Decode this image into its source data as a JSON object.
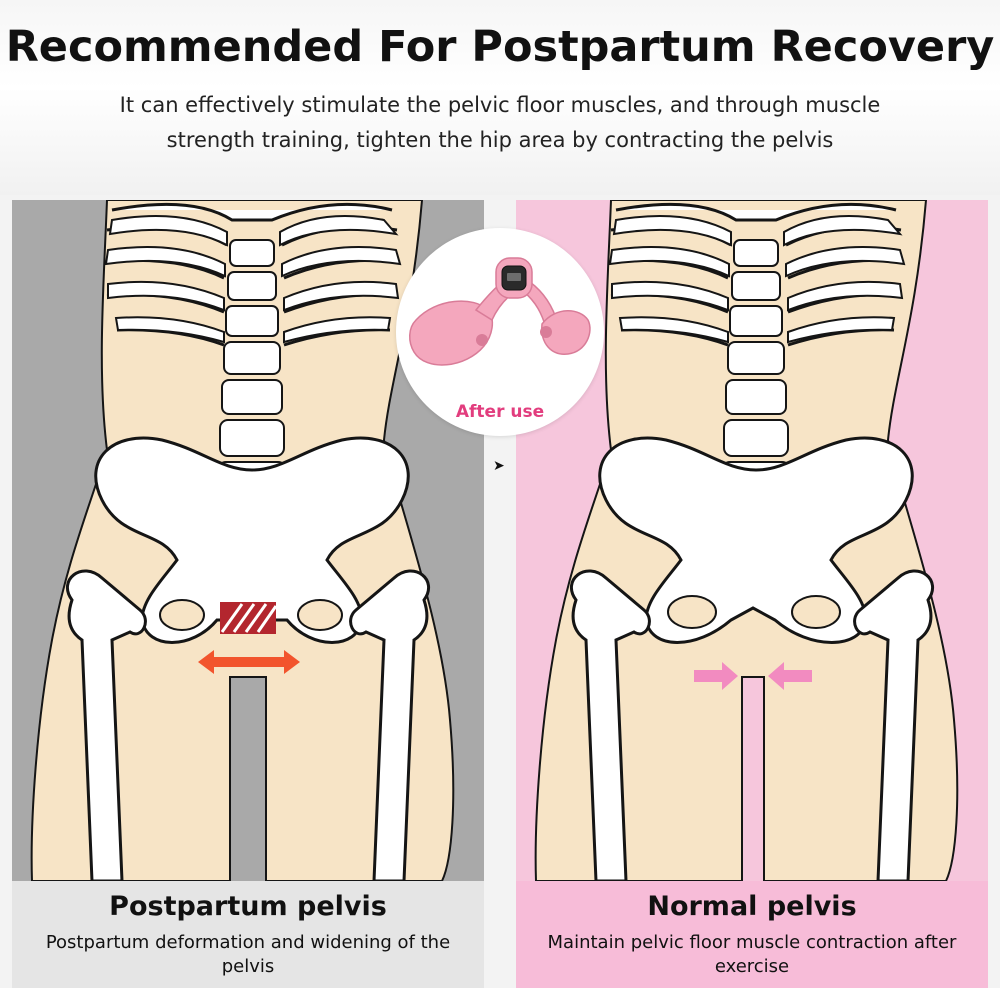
{
  "header": {
    "title": "Recommended For Postpartum Recovery",
    "subtitle": "It can effectively stimulate the pelvic floor muscles, and through muscle strength training, tighten the hip area by contracting the pelvis"
  },
  "device": {
    "label": "After use",
    "icon": "pelvic-floor-trainer-icon"
  },
  "left_panel": {
    "title": "Postpartum pelvis",
    "description": "Postpartum deformation and widening of the pelvis",
    "background_color": "#a9a9a9",
    "arrow_color": "#f2542d"
  },
  "right_panel": {
    "title": "Normal pelvis",
    "description": "Maintain pelvic floor muscle contraction after exercise",
    "background_color": "#f6c6dc",
    "arrow_color": "#f28bc0"
  },
  "colors": {
    "skin": "#f7e4c6",
    "bone": "#ffffff",
    "bone_outline": "#151515",
    "accent_pink": "#e23d7e"
  }
}
